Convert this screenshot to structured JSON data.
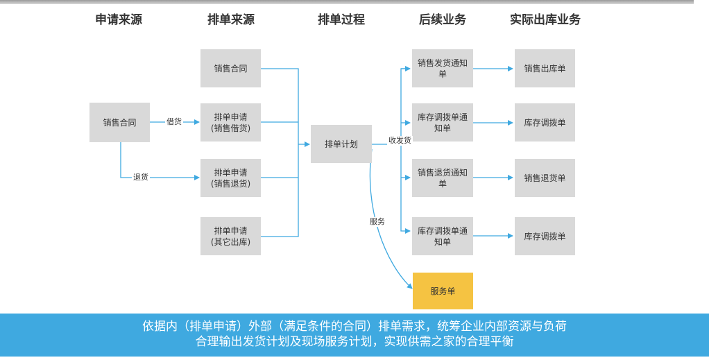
{
  "headers": {
    "apply_source": "申请来源",
    "schedule_source": "排单来源",
    "schedule_process": "排单过程",
    "follow_up": "后续业务",
    "actual_outbound": "实际出库业务"
  },
  "nodes": {
    "apply_contract": "销售合同",
    "src_contract": "销售合同",
    "src_borrow": "排单申请\n(销售借货)",
    "src_return": "排单申请\n(销售退货)",
    "src_other": "排单申请\n(其它出库)",
    "plan": "排单计划",
    "notice_ship": "销售发货通知单",
    "notice_transfer1": "库存调拨单通知单",
    "notice_return": "销售退货通知单",
    "notice_transfer2": "库存调拨单通知单",
    "service": "服务单",
    "out_sales": "销售出库单",
    "out_transfer1": "库存调拨单",
    "out_return": "销售退货单",
    "out_transfer2": "库存调拨单"
  },
  "edge_labels": {
    "borrow": "借货",
    "return": "退货",
    "ship_receive": "收发货",
    "service": "服务"
  },
  "footer": {
    "line1": "依据内（排单申请）外部（满足条件的合同）排单需求，统筹企业内部资源与负荷",
    "line2": "合理输出发货计划及现场服务计划，实现供需之家的合理平衡"
  },
  "colors": {
    "arrow": "#3fa9e0",
    "node": "#d9d9d9",
    "service_node": "#f5c342",
    "footer_bg": "#3fa9e0"
  }
}
